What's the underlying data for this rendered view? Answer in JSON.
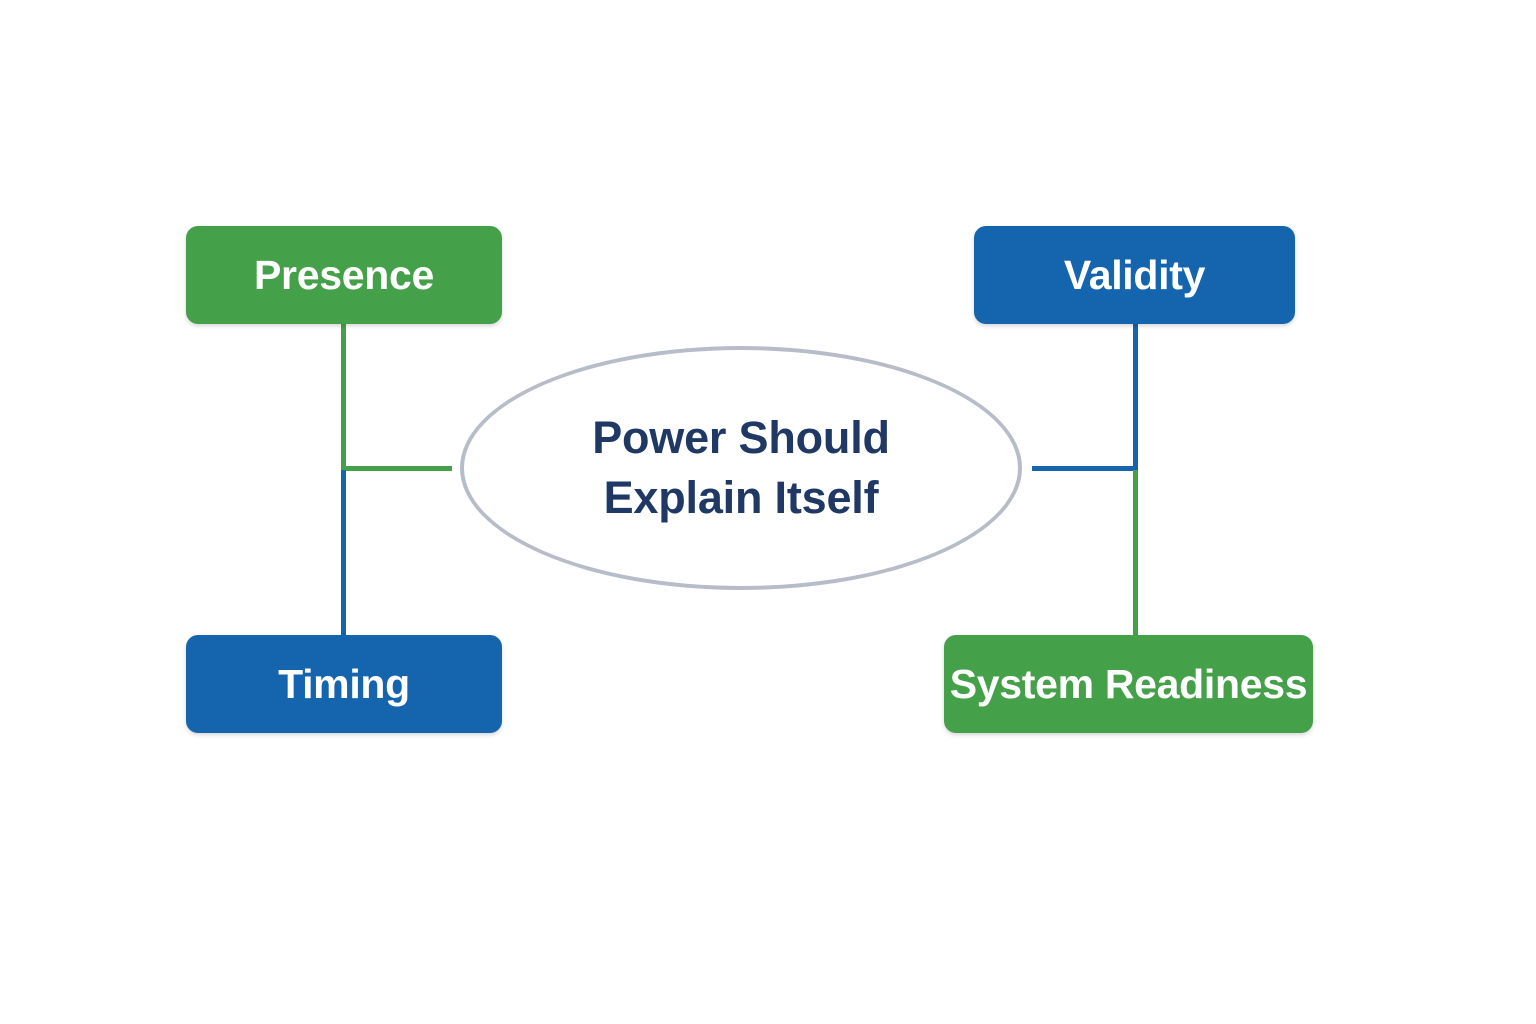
{
  "diagram": {
    "center": {
      "label": "Power Should\nExplain Itself",
      "text_color": "#1f3864",
      "border_color": "#b6bdc8"
    },
    "palette": {
      "green": "#45a149",
      "blue": "#1565ae",
      "navy": "#1f3864",
      "gray": "#b6bdc8",
      "white": "#ffffff"
    },
    "nodes": [
      {
        "id": "presence",
        "label": "Presence",
        "color": "#45a149",
        "position": "top-left"
      },
      {
        "id": "validity",
        "label": "Validity",
        "color": "#1565ae",
        "position": "top-right"
      },
      {
        "id": "timing",
        "label": "Timing",
        "color": "#1565ae",
        "position": "bottom-left"
      },
      {
        "id": "readiness",
        "label": "System Readiness",
        "color": "#45a149",
        "position": "bottom-right"
      }
    ],
    "connectors": [
      {
        "id": "presence-to-hub",
        "color": "#45a149",
        "orientation": "vertical"
      },
      {
        "id": "timing-to-hub",
        "color": "#1565ae",
        "orientation": "vertical"
      },
      {
        "id": "left-hub-to-center",
        "color": "#45a149",
        "orientation": "horizontal"
      },
      {
        "id": "validity-to-hub",
        "color": "#1565ae",
        "orientation": "vertical"
      },
      {
        "id": "readiness-to-hub",
        "color": "#45a149",
        "orientation": "vertical"
      },
      {
        "id": "right-hub-to-center",
        "color": "#1565ae",
        "orientation": "horizontal"
      }
    ]
  }
}
